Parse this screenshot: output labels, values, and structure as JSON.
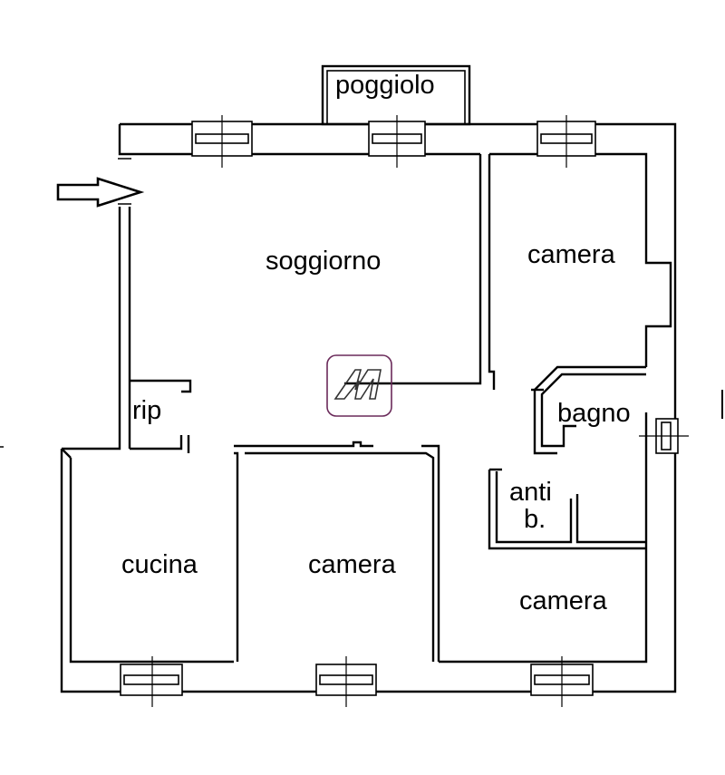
{
  "rooms": {
    "poggiolo": "poggiolo",
    "soggiorno": "soggiorno",
    "camera_top_right": "camera",
    "bagno": "bagno",
    "rip": "rip",
    "anti_line1": "anti",
    "anti_line2": "b.",
    "cucina": "cucina",
    "camera_bottom_middle": "camera",
    "camera_bottom_right": "camera"
  },
  "colors": {
    "walls": "#000000",
    "background": "#ffffff",
    "logo": "#6a2a5a"
  },
  "icons": {
    "entrance": "entrance-arrow-icon",
    "logo": "agency-logo"
  }
}
